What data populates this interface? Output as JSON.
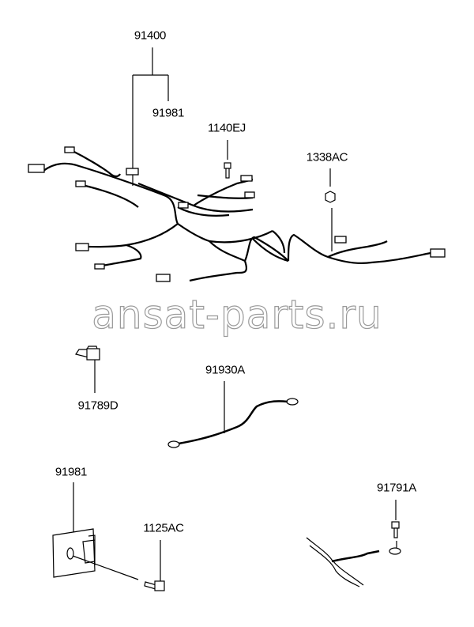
{
  "labels": {
    "main_harness": "91400",
    "harness_clip_top": "91981",
    "bolt_top": "1140EJ",
    "nut": "1338AC",
    "connector": "91789D",
    "ground_cable": "91930A",
    "clip_plate": "91981",
    "bolt_plate": "1125AC",
    "ground_bolt": "91791A"
  },
  "watermark": "ansat-parts.ru"
}
